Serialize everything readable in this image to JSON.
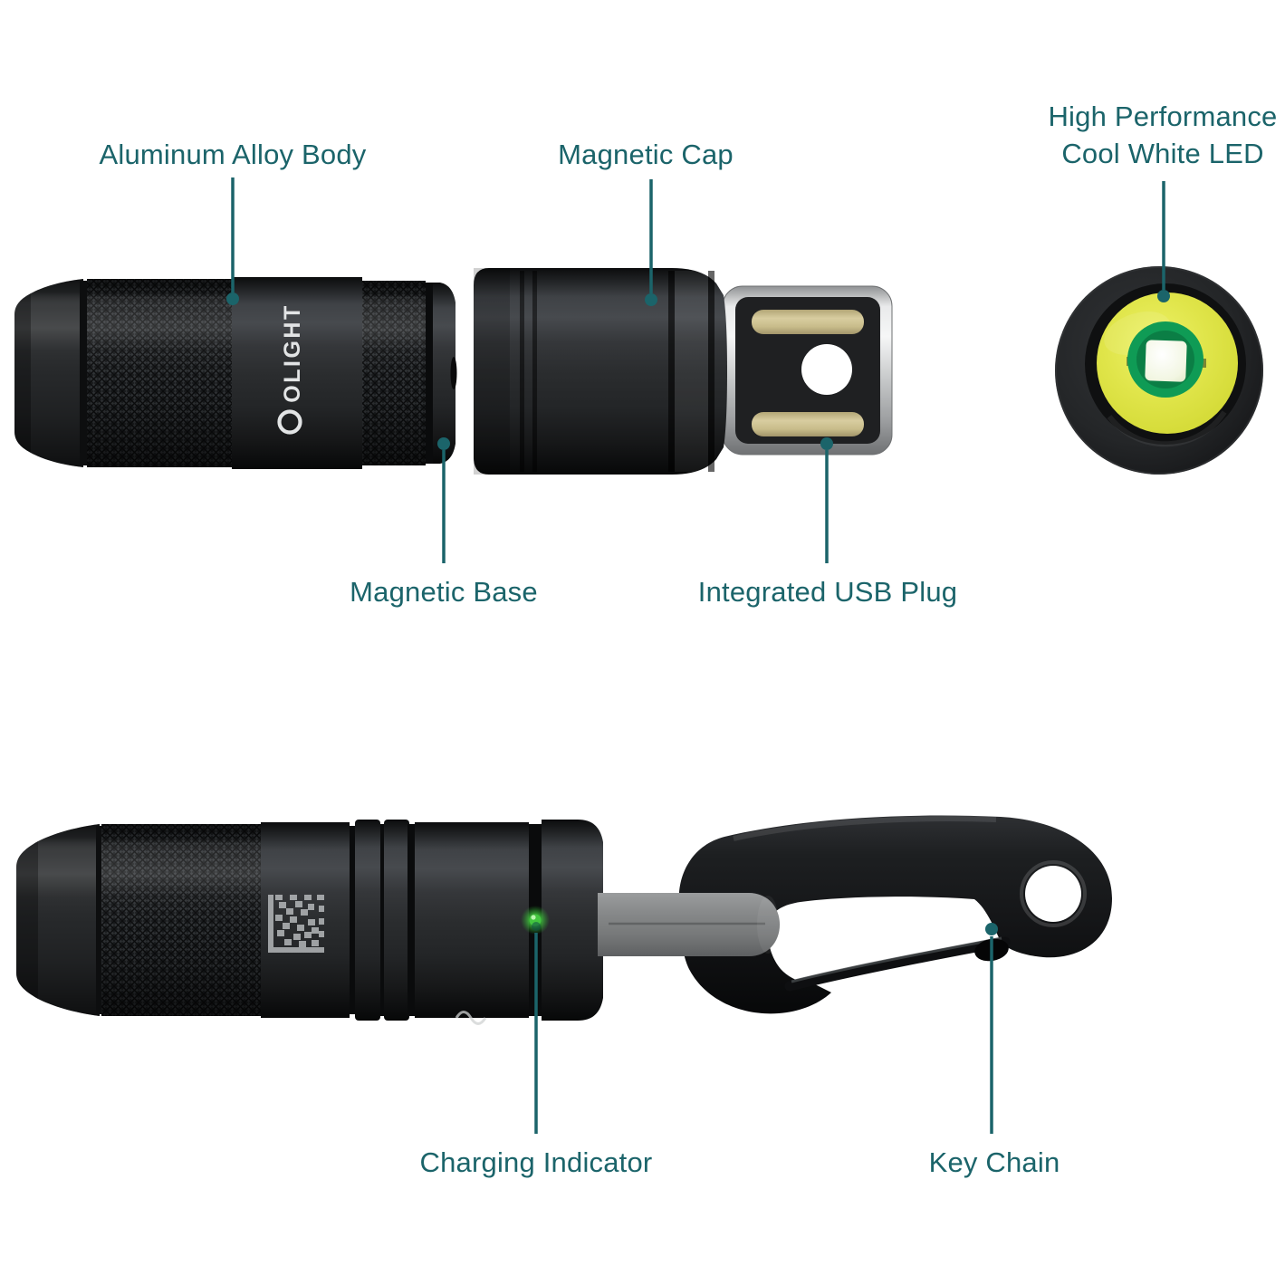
{
  "colors": {
    "label_teal": "#1b646a",
    "leader_line": "#1b646a",
    "led_yellow": "#dce13e",
    "led_ring_green": "#0f9b55",
    "charging_green": "#43c63f",
    "usb_gold": "#cdc192",
    "body_black": "#1d1f21",
    "plug_gray": "#7e8082",
    "background": "#ffffff"
  },
  "brand": {
    "logo_text": "OLIGHT"
  },
  "callouts": {
    "aluminum_alloy_body": "Aluminum Alloy Body",
    "magnetic_cap": "Magnetic Cap",
    "high_performance_led_line1": "High Performance",
    "high_performance_led_line2": "Cool White LED",
    "magnetic_base": "Magnetic Base",
    "integrated_usb_plug": "Integrated USB Plug",
    "charging_indicator": "Charging Indicator",
    "key_chain": "Key Chain"
  }
}
